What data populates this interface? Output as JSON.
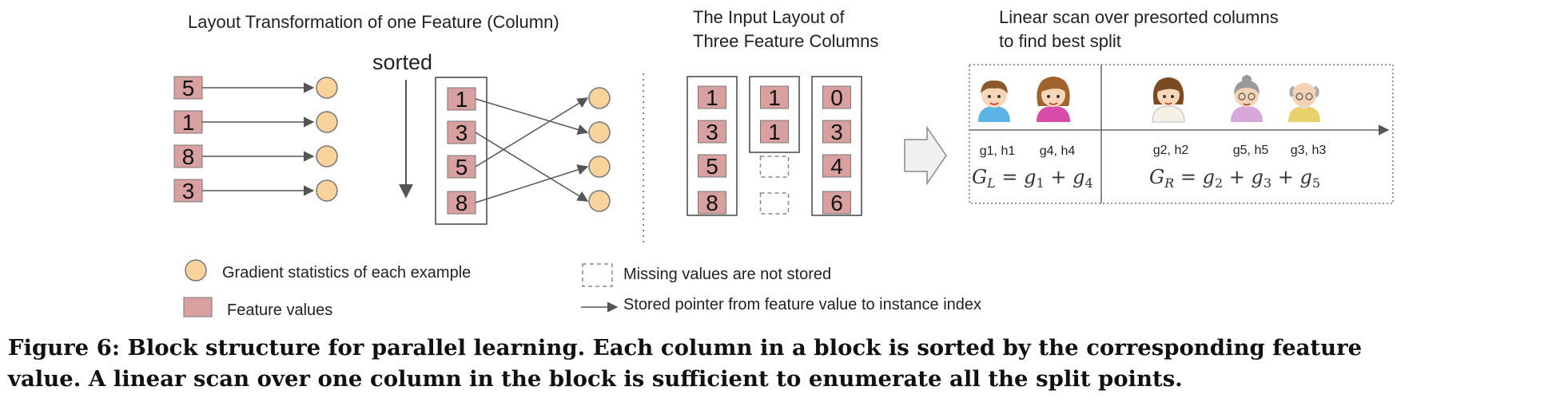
{
  "figure": {
    "left_panel": {
      "title": "Layout Transformation of one Feature (Column)",
      "sorted_label": "sorted",
      "unsorted_values": [
        "5",
        "1",
        "8",
        "3"
      ],
      "sorted_values": [
        "1",
        "3",
        "5",
        "8"
      ]
    },
    "middle_panel": {
      "title_line1": "The Input Layout of",
      "title_line2": "Three Feature Columns",
      "columns": [
        {
          "values": [
            "1",
            "3",
            "5",
            "8"
          ],
          "missing": 0
        },
        {
          "values": [
            "1",
            "1"
          ],
          "missing": 2
        },
        {
          "values": [
            "0",
            "3",
            "4",
            "6"
          ],
          "missing": 0
        }
      ]
    },
    "right_panel": {
      "title_line1": "Linear scan over presorted columns",
      "title_line2": "to find best split",
      "left_labels": [
        "g1, h1",
        "g4, h4"
      ],
      "right_labels": [
        "g2, h2",
        "g5, h5",
        "g3, h3"
      ],
      "formula_left": "G_L = g_1 + g_4",
      "formula_right": "G_R = g_2 + g_3 + g_5"
    },
    "legend": {
      "gradient": "Gradient statistics of each example",
      "feature": "Feature values",
      "missing": "Missing values are not stored",
      "pointer": "Stored pointer from feature value to instance index"
    },
    "colors": {
      "feature_fill": "#d9a0a0",
      "gradient_fill": "#f8d39c",
      "line": "#555555",
      "boy_shirt": "#5bb3e6",
      "girl_shirt": "#d64ca8",
      "child_shirt": "#f5f0e6",
      "granny_shirt": "#d9a7d9",
      "grandpa_shirt": "#e8d26a"
    }
  },
  "caption": {
    "line1": "Figure 6: Block structure for parallel learning. Each column in a block is sorted by the corresponding feature",
    "line2": "value. A linear scan over one column in the block is sufficient to enumerate all the split points."
  }
}
